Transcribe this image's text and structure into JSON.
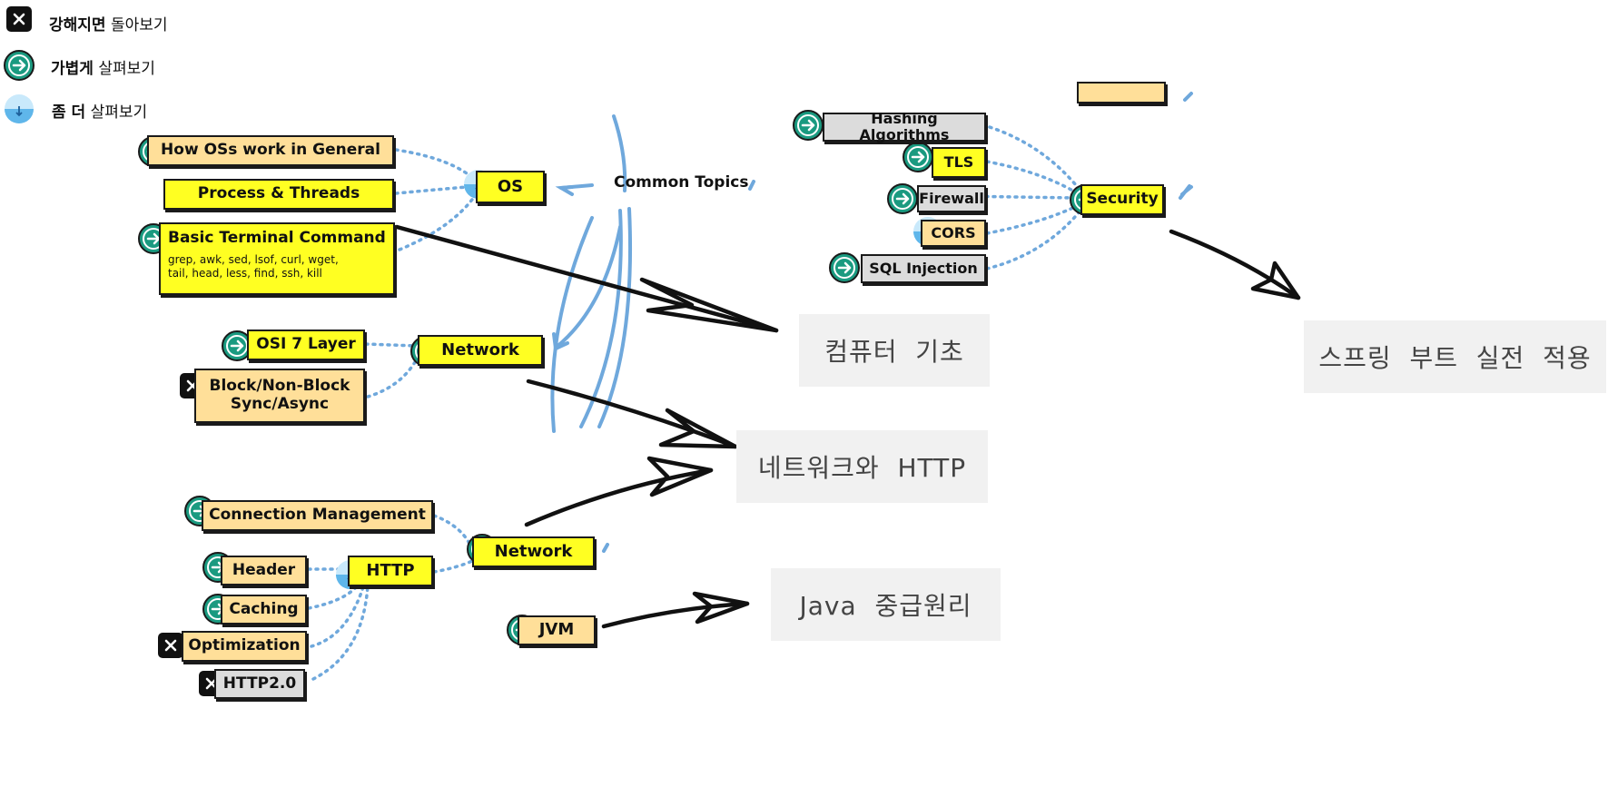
{
  "legend": [
    {
      "icon": "close-icon",
      "bold": "강해지면",
      "rest": " 돌아보기"
    },
    {
      "icon": "arrow-right-circle-icon",
      "bold": "가볍게",
      "rest": " 살펴보기"
    },
    {
      "icon": "half-circle-down-icon",
      "bold": "좀 더",
      "rest": " 살펴보기"
    }
  ],
  "diagram": {
    "center_label": "Common Topics",
    "os": {
      "label": "OS",
      "children": [
        "How OSs work in General",
        "Process & Threads"
      ],
      "terminal": {
        "title": "Basic Terminal Command",
        "line1": "grep, awk, sed, lsof, curl, wget,",
        "line2": "tail, head, less, find, ssh, kill"
      }
    },
    "network1": {
      "label": "Network",
      "osi": "OSI 7 Layer",
      "block_line1": "Block/Non-Block",
      "block_line2": "Sync/Async"
    },
    "security": {
      "label": "Security",
      "children": [
        "Hashing Algorithms",
        "TLS",
        "Firewall",
        "CORS",
        "SQL Injection"
      ]
    },
    "network2": {
      "label": "Network",
      "connection": "Connection Management"
    },
    "http": {
      "label": "HTTP",
      "children": [
        "Header",
        "Caching",
        "Optimization",
        "HTTP2.0"
      ]
    },
    "jvm": {
      "label": "JVM"
    }
  },
  "courses": {
    "cs_basics": "컴퓨터  기초",
    "network_http": "네트워크와  HTTP",
    "java": "Java  중급원리",
    "spring": "스프링  부트  실전  적용"
  },
  "colors": {
    "yellow": "#ffff22",
    "tan": "#ffdf99",
    "gray": "#dcdcdc",
    "teal": "#1a9a80",
    "edge": "#6fa8dc"
  }
}
